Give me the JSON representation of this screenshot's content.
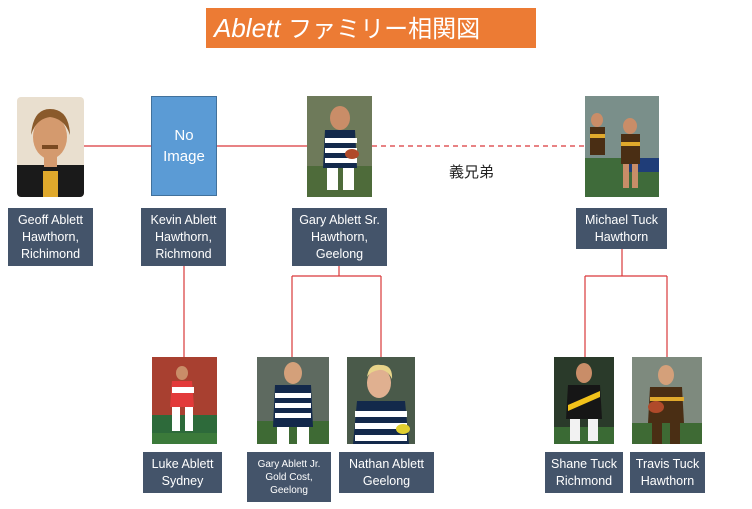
{
  "title": {
    "latin": "Ablett",
    "japanese": "ファミリー相関図"
  },
  "relation_label": "義兄弟",
  "no_image": {
    "line1": "No",
    "line2": "Image"
  },
  "people": {
    "geoff": {
      "name": "Geoff Ablett",
      "club1": "Hawthorn,",
      "club2": "Richimond"
    },
    "kevin": {
      "name": "Kevin Ablett",
      "club1": "Hawthorn,",
      "club2": "Richmond"
    },
    "gary_sr": {
      "name": "Gary Ablett Sr.",
      "club1": "Hawthorn,",
      "club2": "Geelong"
    },
    "michael": {
      "name": "Michael Tuck",
      "club1": "Hawthorn"
    },
    "luke": {
      "name": "Luke Ablett",
      "club1": "Sydney"
    },
    "gary_jr": {
      "name": "Gary Ablett Jr.",
      "club1": "Gold Cost,",
      "club2": "Geelong"
    },
    "nathan": {
      "name": "Nathan Ablett",
      "club1": "Geelong"
    },
    "shane": {
      "name": "Shane Tuck",
      "club1": "Richmond"
    },
    "travis": {
      "name": "Travis Tuck",
      "club1": "Hawthorn"
    }
  },
  "colors": {
    "title_bg": "#ec7b34",
    "label_bg": "#44546a",
    "line": "#d9383a",
    "no_image_bg": "#5b9bd5"
  }
}
